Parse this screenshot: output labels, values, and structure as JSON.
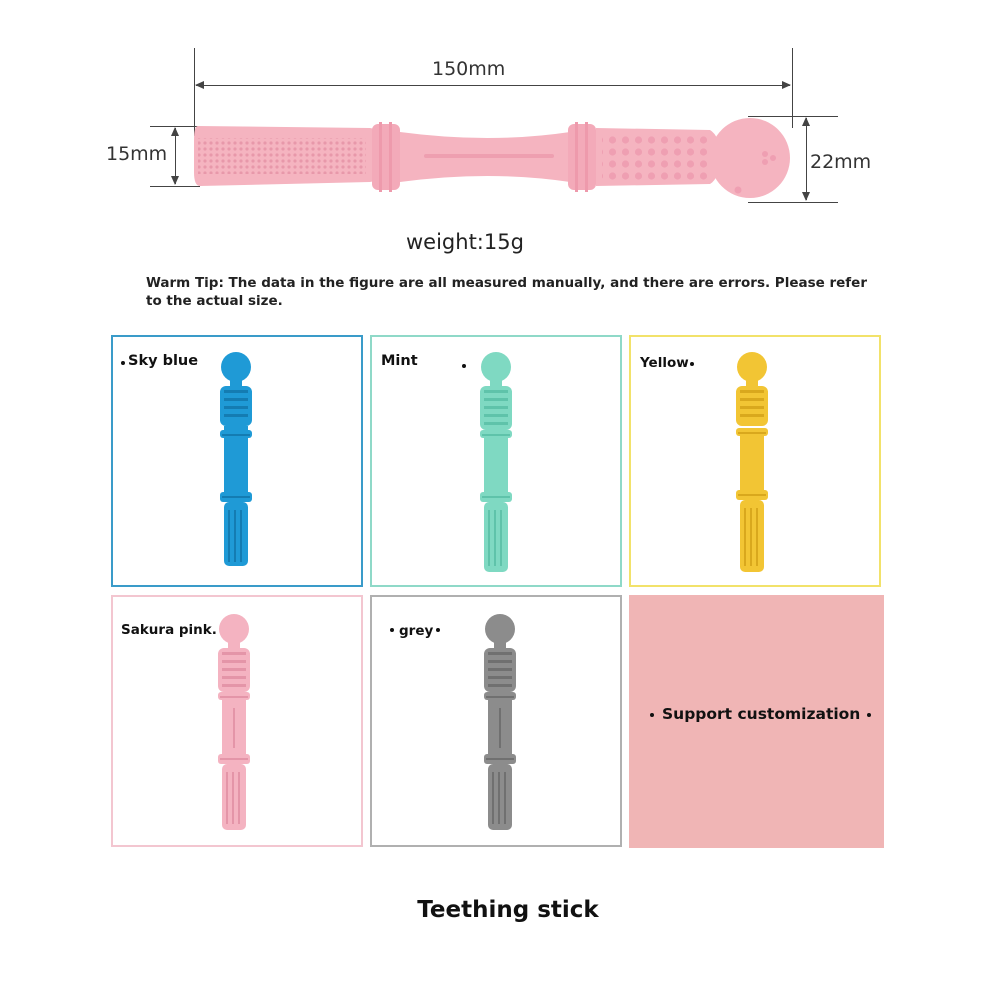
{
  "dimensions": {
    "length": "150mm",
    "width": "15mm",
    "head": "22mm"
  },
  "weight": "weight:15g",
  "tip": "Warm Tip: The data in the figure are all measured manually, and there are errors. Please refer to the actual size.",
  "variants": [
    {
      "label": "Sky blue",
      "color": "#1f9ad6"
    },
    {
      "label": "Mint",
      "color": "#7fd9c2"
    },
    {
      "label": "Yellow",
      "color": "#f2c534"
    },
    {
      "label": "Sakura pink.",
      "color": "#f4b3c1"
    },
    {
      "label": "grey",
      "color": "#8c8c8c"
    }
  ],
  "customization": "Support customization",
  "footer": "Teething stick",
  "colors": {
    "main_stick": "#f5b4c0",
    "card_blue": "#3a9bc9",
    "card_mint": "#8fd9c8",
    "card_yellow": "#f2e26a",
    "card_pink": "#f3c6d0",
    "card_grey": "#b0b0b0",
    "custom_bg": "#f0b5b5"
  }
}
